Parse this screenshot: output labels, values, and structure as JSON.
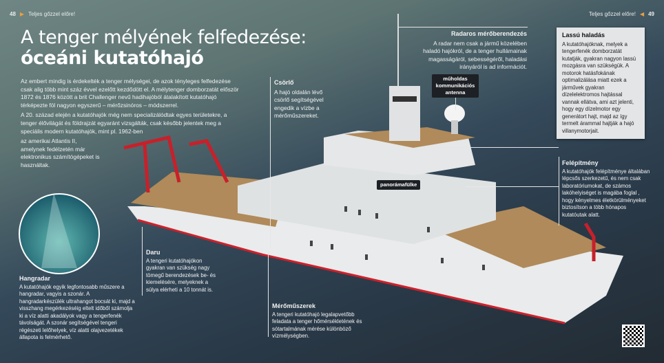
{
  "header": {
    "left_page": "48",
    "left_title": "Teljes gőzzel előre!",
    "right_page": "49",
    "right_title": "Teljes gőzzel előre!"
  },
  "title": {
    "line1": "A tenger mélyének felfedezése:",
    "line2": "óceáni kutatóhajó"
  },
  "intro": {
    "p1": "Az embert mindig is érdekelték a tenger mélységei, de azok tényleges felfedezése csak alig több mint száz évvel ezelőtt kezdődött el. A mélytenger domborzatát először 1872 és 1876 között a brit Challenger nevű hadihajóból átalakított kutatóhajó térképezte föl nagyon egyszerű – mérőzsinóros – módszerrel.",
    "p2a": "A 20. század elején a kutatóhajók még nem specializálódtak egyes területekre, a tenger élővilágát és földrajzát egyaránt vizsgálták, csak később jelentek meg a speciális modern kutatóhajók, mint pl. 1962-ben",
    "p2b": "az amerikai Atlantis II, amelynek fedélzetén már elektronikus számítógépeket is használtak."
  },
  "callouts": {
    "csorlo": {
      "title": "Csörlő",
      "text": "A hajó oldalán lévő csörlő segítségével engedik a vízbe a mérőműszereket."
    },
    "radar": {
      "title": "Radaros mérőberendezés",
      "text": "A radar nem csak a jármű közelében haladó hajókról, de a tenger hullámainak magasságáról, sebességéről, haladási irányáról is ad információt."
    },
    "lassu": {
      "title": "Lassú haladás",
      "text": "A kutatóhajóknak, melyek a tengerfenék domborzatát kutatják, gyakran nagyon lassú mozgásra van szükségük. A motorok hatásfokának optimalizálása miatt ezek a járművek gyakran dízelelektromos hajtással vannak ellátva, ami azt jelenti, hogy egy dízelmotor egy generátort hajt, majd az így termelt árammal hajtják a hajó villanymotorjait."
    },
    "felepitmeny": {
      "title": "Felépítmény",
      "text": "A kutatóhajók felépítménye általában lépcsős szerkezetű, és nem csak laboratóriumokat, de számos lakóhelyiséget is magába foglal , hogy kényelmes életkörülményeket biztosítson a több hónapos kutatóutak alatt."
    },
    "daru": {
      "title": "Daru",
      "text": "A tengeri kutatóhajókon gyakran van szükség nagy tömegű berendezések be- és kiemelésére, melyeknek a súlya elérheti a 10 tonnát is."
    },
    "hangradar": {
      "title": "Hangradar",
      "text": "A kutatóhajók egyik legfontosabb műszere a hangradar, vagyis a szonár. A hangradarkészülék ultrahangot bocsát ki, majd a visszhang megérkezéséig eltelt időből számolja ki a víz alatti akadályok vagy a tengerfenék távolságát. A szonár segítségével tengeri régészeti lelőhelyek, víz alatti olajvezetékek állapota is felmérhető."
    },
    "meromuszerek": {
      "title": "Mérőműszerek",
      "text": "A tengeri kutatóhajó legalapvetőbb feladata a tenger hőmérsékletének és sótartalmának mérése különböző vízmélységben."
    }
  },
  "labels": {
    "antenna": "műholdas kommunikációs antenna",
    "panorama": "panorámafülke"
  },
  "colors": {
    "accent": "#e8a040",
    "hull_stripe": "#d0202a",
    "crane": "#c8202a",
    "deck": "#b08a5a"
  },
  "icons": {
    "page_arrow": "triangle-right",
    "qr": "qr-code"
  }
}
